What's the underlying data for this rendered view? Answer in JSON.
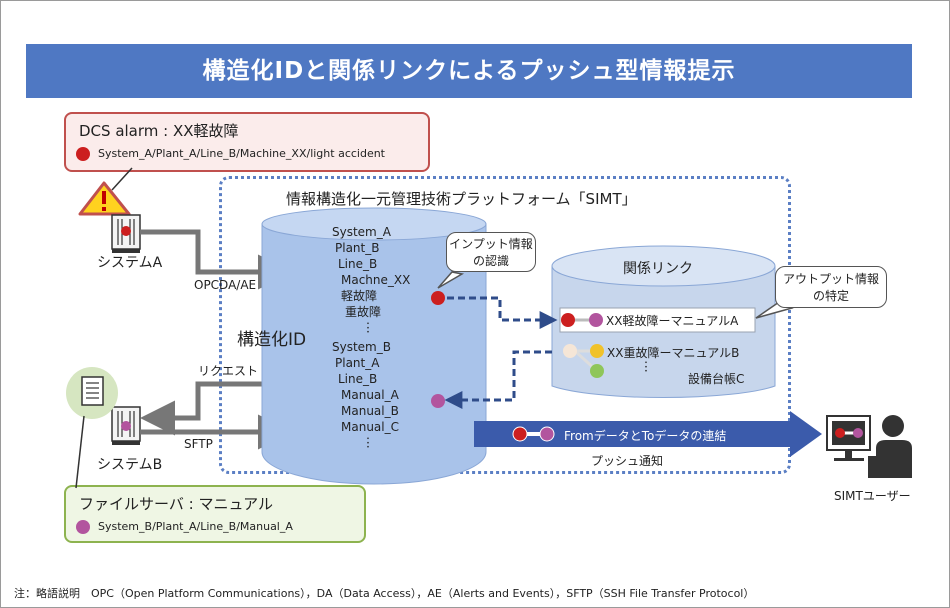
{
  "title": "構造化IDと関係リンクによるプッシュ型情報提示",
  "dcs_alarm": {
    "title": "DCS alarm : XX軽故障",
    "path": "System_A/Plant_A/Line_B/Machine_XX/light accident"
  },
  "file_server": {
    "title": "ファイルサーバ : マニュアル",
    "path": "System_B/Plant_A/Line_B/Manual_A"
  },
  "system_a_label": "システムA",
  "system_b_label": "システムB",
  "opcda_label": "OPCDA/AE",
  "request_label": "リクエスト",
  "sftp_label": "SFTP",
  "simt_title": "情報構造化一元管理技術プラットフォーム「SIMT」",
  "structured_id": {
    "label": "構造化ID",
    "items": [
      "System_A",
      "Plant_B",
      "Line_B",
      "Machne_XX",
      "軽故障",
      "重故障",
      "︙",
      "System_B",
      "Plant_A",
      "Line_B",
      "Manual_A",
      "Manual_B",
      "Manual_C",
      "︙"
    ]
  },
  "input_bubble": [
    "インプット情報",
    "の認識"
  ],
  "output_bubble": [
    "アウトプット情報",
    "の特定"
  ],
  "relation_link": {
    "label": "関係リンク",
    "link1": "XX軽故障ーマニュアルA",
    "link2": "XX重故障ーマニュアルB",
    "dots": "︙",
    "ledger": "設備台帳C"
  },
  "push_arrow": {
    "label": "FromデータとToデータの連結",
    "caption": "プッシュ通知"
  },
  "user_label": "SIMTユーザー",
  "note": "注：略語説明　OPC（Open Platform Communications），DA（Data Access），AE（Alerts and Events），SFTP（SSH File Transfer Protocol）",
  "colors": {
    "banner": "#4f78c3",
    "alarm_red": "#cc1f1f",
    "manual_purple": "#b2559e",
    "cylinder": "#a9c3ea",
    "relation_cylinder": "#c7d6ec",
    "push_arrow": "#3b5bab"
  },
  "icons": [
    "warning-icon",
    "server-icon",
    "document-icon",
    "monitor-icon",
    "user-icon"
  ]
}
